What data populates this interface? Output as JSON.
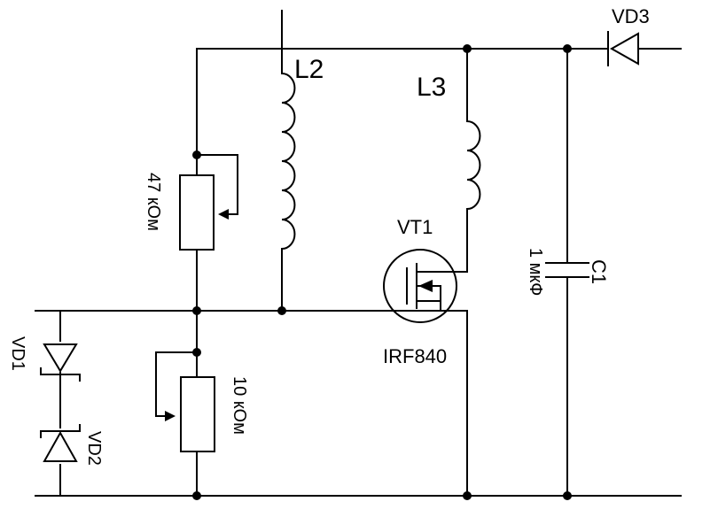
{
  "labels": {
    "vd3": "VD3",
    "l2": "L2",
    "l3": "L3",
    "vt1": "VT1",
    "r1": "47 кОм",
    "r2": "10 кОм",
    "c1": "C1",
    "c1_value": "1 мкФ",
    "transistor_model": "IRF840",
    "vd1": "VD1",
    "vd2": "VD2"
  },
  "colors": {
    "ink": "#000000",
    "background": "#ffffff"
  }
}
